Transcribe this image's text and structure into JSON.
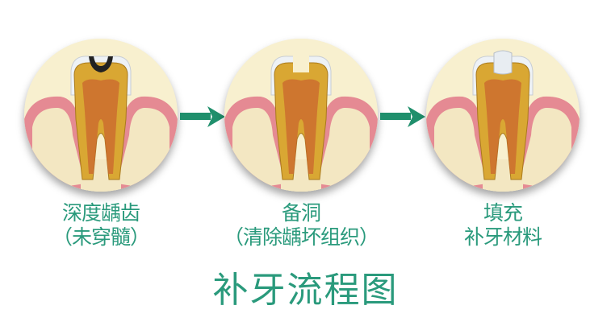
{
  "diagram": {
    "title": "补牙流程图",
    "colors": {
      "text": "#2a9a7c",
      "arrow": "#1f8f6c",
      "gum": "#e58a93",
      "bone": "#f3e7c2",
      "dentin": "#d9a733",
      "pulp": "#c9652f",
      "enamel": "#eef2f6",
      "background_circle": "#f8f0cf",
      "decay": "#222222",
      "filling": "#e8edf2"
    },
    "steps": [
      {
        "line1": "深度龋齿",
        "line2": "（未穿髓）",
        "state": "decay"
      },
      {
        "line1": "备洞",
        "line2": "（清除龋坏组织）",
        "state": "cavity-prepared"
      },
      {
        "line1": "填充",
        "line2": "补牙材料",
        "state": "filled"
      }
    ],
    "arrows": [
      "step-1-to-2",
      "step-2-to-3"
    ]
  }
}
